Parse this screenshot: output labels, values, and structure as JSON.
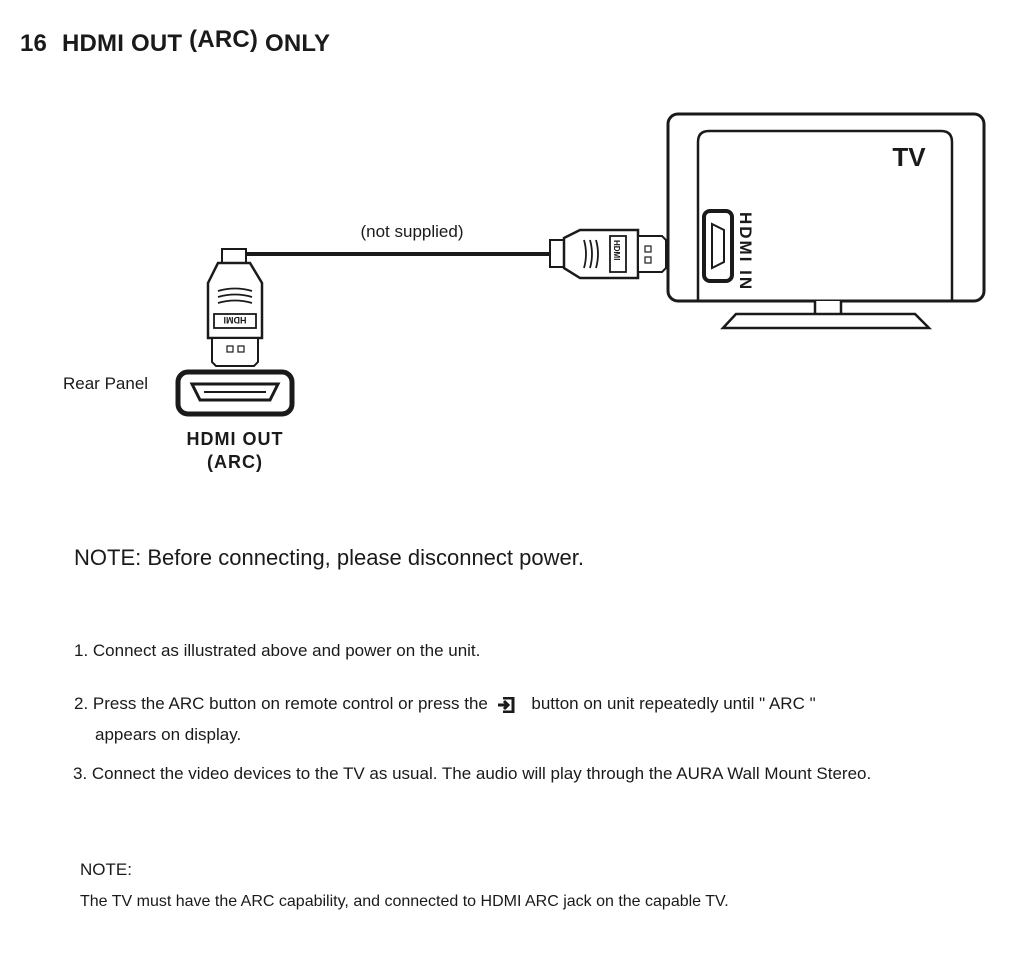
{
  "heading": {
    "number": "16",
    "title_main": "HDMI OUT",
    "title_arc": "(ARC)",
    "title_end": "ONLY"
  },
  "diagram": {
    "cable_label": "(not supplied)",
    "rear_panel_label": "Rear Panel",
    "port_label_line1": "HDMI OUT",
    "port_label_line2": "(ARC)",
    "tv_label": "TV",
    "tv_port_label": "HDMI IN",
    "plug_text": "HDMI"
  },
  "note_power": "NOTE: Before connecting, please disconnect power.",
  "steps": [
    "1. Connect as illustrated above and power on the unit.",
    {
      "before_icon": "2. Press the  ARC button on remote control or press  the",
      "icon": "input-source-icon",
      "after_icon": "button on unit repeatedly until \" ARC \"",
      "continuation": "appears on display."
    },
    "3. Connect the video devices to the TV as usual. The audio will play through the AURA Wall Mount Stereo."
  ],
  "note_arc": {
    "label": "NOTE:",
    "text": "The TV must have the ARC capability, and connected to HDMI ARC jack on the capable TV."
  }
}
